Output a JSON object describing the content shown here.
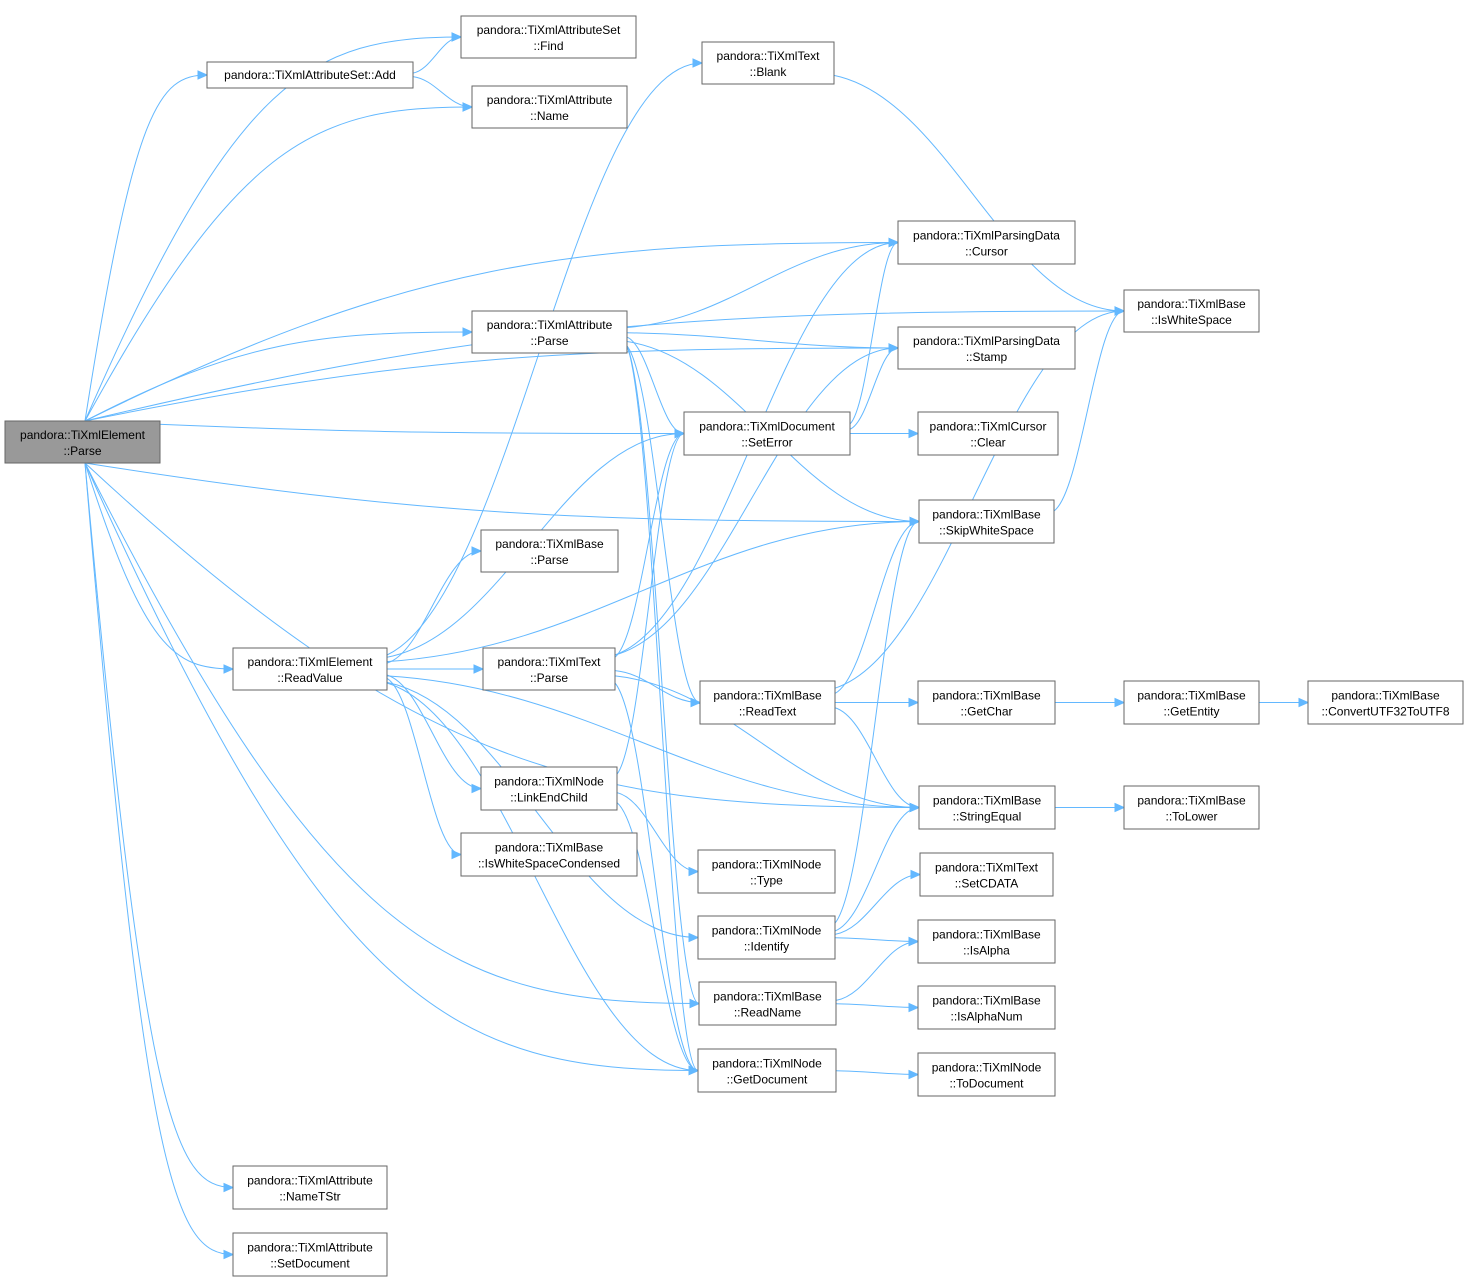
{
  "diagram": {
    "nodes": [
      {
        "id": "root",
        "line1": "pandora::TiXmlElement",
        "line2": "::Parse",
        "root": true
      },
      {
        "id": "attrset_find",
        "line1": "pandora::TiXmlAttributeSet",
        "line2": "::Find"
      },
      {
        "id": "attrset_add",
        "line1": "pandora::TiXmlAttributeSet::Add",
        "line2": ""
      },
      {
        "id": "attr_name",
        "line1": "pandora::TiXmlAttribute",
        "line2": "::Name"
      },
      {
        "id": "text_blank",
        "line1": "pandora::TiXmlText",
        "line2": "::Blank"
      },
      {
        "id": "pd_cursor",
        "line1": "pandora::TiXmlParsingData",
        "line2": "::Cursor"
      },
      {
        "id": "base_iswhitespace",
        "line1": "pandora::TiXmlBase",
        "line2": "::IsWhiteSpace"
      },
      {
        "id": "attr_parse",
        "line1": "pandora::TiXmlAttribute",
        "line2": "::Parse"
      },
      {
        "id": "pd_stamp",
        "line1": "pandora::TiXmlParsingData",
        "line2": "::Stamp"
      },
      {
        "id": "doc_seterror",
        "line1": "pandora::TiXmlDocument",
        "line2": "::SetError"
      },
      {
        "id": "cursor_clear",
        "line1": "pandora::TiXmlCursor",
        "line2": "::Clear"
      },
      {
        "id": "base_skipwhitespace",
        "line1": "pandora::TiXmlBase",
        "line2": "::SkipWhiteSpace"
      },
      {
        "id": "base_parse",
        "line1": "pandora::TiXmlBase",
        "line2": "::Parse"
      },
      {
        "id": "elem_readvalue",
        "line1": "pandora::TiXmlElement",
        "line2": "::ReadValue"
      },
      {
        "id": "text_parse",
        "line1": "pandora::TiXmlText",
        "line2": "::Parse"
      },
      {
        "id": "base_readtext",
        "line1": "pandora::TiXmlBase",
        "line2": "::ReadText"
      },
      {
        "id": "base_getchar",
        "line1": "pandora::TiXmlBase",
        "line2": "::GetChar"
      },
      {
        "id": "base_getentity",
        "line1": "pandora::TiXmlBase",
        "line2": "::GetEntity"
      },
      {
        "id": "base_convert",
        "line1": "pandora::TiXmlBase",
        "line2": "::ConvertUTF32ToUTF8"
      },
      {
        "id": "node_linkendchild",
        "line1": "pandora::TiXmlNode",
        "line2": "::LinkEndChild"
      },
      {
        "id": "base_stringequal",
        "line1": "pandora::TiXmlBase",
        "line2": "::StringEqual"
      },
      {
        "id": "base_tolower",
        "line1": "pandora::TiXmlBase",
        "line2": "::ToLower"
      },
      {
        "id": "base_iswscondensed",
        "line1": "pandora::TiXmlBase",
        "line2": "::IsWhiteSpaceCondensed"
      },
      {
        "id": "node_type",
        "line1": "pandora::TiXmlNode",
        "line2": "::Type"
      },
      {
        "id": "text_setcdata",
        "line1": "pandora::TiXmlText",
        "line2": "::SetCDATA"
      },
      {
        "id": "node_identify",
        "line1": "pandora::TiXmlNode",
        "line2": "::Identify"
      },
      {
        "id": "base_isalpha",
        "line1": "pandora::TiXmlBase",
        "line2": "::IsAlpha"
      },
      {
        "id": "base_readname",
        "line1": "pandora::TiXmlBase",
        "line2": "::ReadName"
      },
      {
        "id": "base_isalphanum",
        "line1": "pandora::TiXmlBase",
        "line2": "::IsAlphaNum"
      },
      {
        "id": "node_getdocument",
        "line1": "pandora::TiXmlNode",
        "line2": "::GetDocument"
      },
      {
        "id": "node_todocument",
        "line1": "pandora::TiXmlNode",
        "line2": "::ToDocument"
      },
      {
        "id": "attr_nametstr",
        "line1": "pandora::TiXmlAttribute",
        "line2": "::NameTStr"
      },
      {
        "id": "attr_setdocument",
        "line1": "pandora::TiXmlAttribute",
        "line2": "::SetDocument"
      }
    ],
    "edges": [
      [
        "root",
        "attrset_find"
      ],
      [
        "root",
        "attrset_add"
      ],
      [
        "root",
        "attr_name"
      ],
      [
        "root",
        "pd_cursor"
      ],
      [
        "root",
        "base_iswhitespace"
      ],
      [
        "root",
        "attr_parse"
      ],
      [
        "root",
        "pd_stamp"
      ],
      [
        "root",
        "doc_seterror"
      ],
      [
        "root",
        "base_skipwhitespace"
      ],
      [
        "root",
        "elem_readvalue"
      ],
      [
        "root",
        "base_readname"
      ],
      [
        "root",
        "node_getdocument"
      ],
      [
        "root",
        "base_stringequal"
      ],
      [
        "root",
        "attr_nametstr"
      ],
      [
        "root",
        "attr_setdocument"
      ],
      [
        "attrset_add",
        "attrset_find"
      ],
      [
        "attrset_add",
        "attr_name"
      ],
      [
        "text_blank",
        "base_iswhitespace"
      ],
      [
        "attr_parse",
        "pd_cursor"
      ],
      [
        "attr_parse",
        "pd_stamp"
      ],
      [
        "attr_parse",
        "doc_seterror"
      ],
      [
        "attr_parse",
        "base_skipwhitespace"
      ],
      [
        "attr_parse",
        "base_readtext"
      ],
      [
        "attr_parse",
        "base_readname"
      ],
      [
        "attr_parse",
        "node_getdocument"
      ],
      [
        "doc_seterror",
        "cursor_clear"
      ],
      [
        "doc_seterror",
        "pd_cursor"
      ],
      [
        "doc_seterror",
        "pd_stamp"
      ],
      [
        "base_skipwhitespace",
        "base_iswhitespace"
      ],
      [
        "elem_readvalue",
        "text_blank"
      ],
      [
        "elem_readvalue",
        "doc_seterror"
      ],
      [
        "elem_readvalue",
        "base_parse"
      ],
      [
        "elem_readvalue",
        "base_skipwhitespace"
      ],
      [
        "elem_readvalue",
        "text_parse"
      ],
      [
        "elem_readvalue",
        "node_linkendchild"
      ],
      [
        "elem_readvalue",
        "base_iswscondensed"
      ],
      [
        "elem_readvalue",
        "base_stringequal"
      ],
      [
        "elem_readvalue",
        "node_identify"
      ],
      [
        "elem_readvalue",
        "node_getdocument"
      ],
      [
        "text_parse",
        "doc_seterror"
      ],
      [
        "text_parse",
        "pd_cursor"
      ],
      [
        "text_parse",
        "pd_stamp"
      ],
      [
        "text_parse",
        "base_readtext"
      ],
      [
        "text_parse",
        "base_stringequal"
      ],
      [
        "text_parse",
        "node_getdocument"
      ],
      [
        "base_readtext",
        "base_skipwhitespace"
      ],
      [
        "base_readtext",
        "base_iswhitespace"
      ],
      [
        "base_readtext",
        "base_getchar"
      ],
      [
        "base_readtext",
        "base_stringequal"
      ],
      [
        "base_getchar",
        "base_getentity"
      ],
      [
        "base_getentity",
        "base_convert"
      ],
      [
        "node_linkendchild",
        "doc_seterror"
      ],
      [
        "node_linkendchild",
        "node_type"
      ],
      [
        "node_linkendchild",
        "node_getdocument"
      ],
      [
        "base_stringequal",
        "base_tolower"
      ],
      [
        "node_identify",
        "base_skipwhitespace"
      ],
      [
        "node_identify",
        "base_stringequal"
      ],
      [
        "node_identify",
        "text_setcdata"
      ],
      [
        "node_identify",
        "base_isalpha"
      ],
      [
        "base_readname",
        "base_isalpha"
      ],
      [
        "base_readname",
        "base_isalphanum"
      ],
      [
        "node_getdocument",
        "node_todocument"
      ]
    ]
  }
}
